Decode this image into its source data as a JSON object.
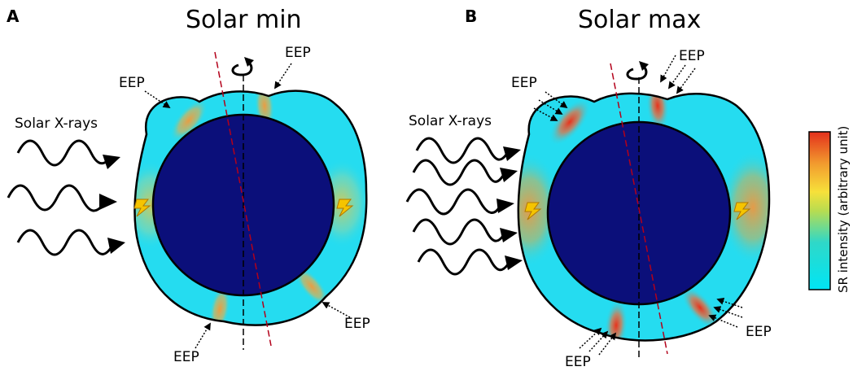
{
  "panels": [
    {
      "letter": "A",
      "title": "Solar min",
      "xray_label": "Solar X-rays",
      "eep_labels": [
        "EEP",
        "EEP",
        "EEP",
        "EEP"
      ]
    },
    {
      "letter": "B",
      "title": "Solar max",
      "xray_label": "Solar X-rays",
      "eep_labels": [
        "EEP",
        "EEP",
        "EEP",
        "EEP"
      ]
    }
  ],
  "colorbar": {
    "label": "SR intensity (arbitrary unit)",
    "colors": [
      "#00e5f5",
      "#2fd8c8",
      "#b8dc50",
      "#f7e13a",
      "#f29a2e",
      "#e3301c"
    ]
  },
  "colors": {
    "earth": "#0b0f7a",
    "outline": "#000000",
    "belt_base": "#25dcf0",
    "hotspot_min": "#f39a3a",
    "hotspot_max": "#e8321c",
    "lightning": "#f5c400",
    "tilted_axis": "#b3001a"
  }
}
